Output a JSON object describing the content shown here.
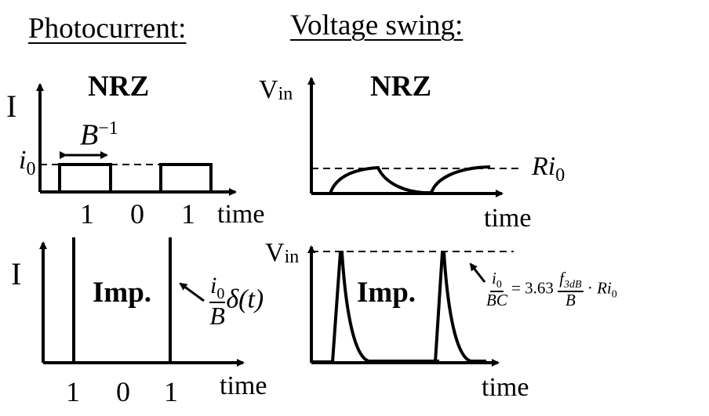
{
  "headings": {
    "photocurrent": "Photocurrent:",
    "voltage_swing": "Voltage swing:"
  },
  "panels": {
    "nrz_current": {
      "title": "NRZ",
      "y_axis_label": "I",
      "level_label_base": "i",
      "level_label_sub": "0",
      "bit_period_base": "B",
      "bit_period_sup": "−1",
      "bits": [
        "1",
        "0",
        "1"
      ],
      "x_axis_label": "time"
    },
    "nrz_voltage": {
      "title": "NRZ",
      "y_axis_label_base": "V",
      "y_axis_label_sub": "in",
      "level_label_base": "Ri",
      "level_label_sub": "0",
      "x_axis_label": "time"
    },
    "imp_current": {
      "title": "Imp.",
      "y_axis_label": "I",
      "annotation_num_base": "i",
      "annotation_num_sub": "0",
      "annotation_den": "B",
      "annotation_suffix": "δ(t)",
      "bits": [
        "1",
        "0",
        "1"
      ],
      "x_axis_label": "time"
    },
    "imp_voltage": {
      "title": "Imp.",
      "y_axis_label_base": "V",
      "y_axis_label_sub": "in",
      "eq_lhs_num_base": "i",
      "eq_lhs_num_sub": "0",
      "eq_lhs_den": "BC",
      "eq_equals": "= 3.63",
      "eq_rhs_num_base": "f",
      "eq_rhs_num_sub": "3dB",
      "eq_rhs_den": "B",
      "eq_tail_dot": "·",
      "eq_tail_base": "Ri",
      "eq_tail_sub": "0",
      "x_axis_label": "time"
    }
  }
}
